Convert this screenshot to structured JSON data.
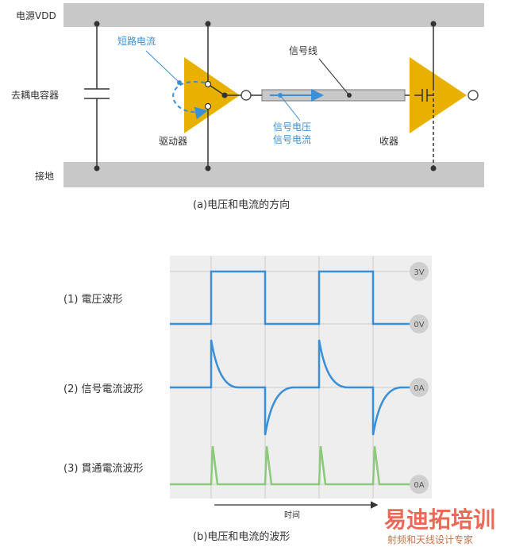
{
  "diagram_a": {
    "rail_top_label": "电源VDD",
    "rail_bottom_label": "接地",
    "decap_label": "去耦电容器",
    "short_circuit_label": "短路电流",
    "driver_label": "驱动器",
    "signal_line_label": "信号线",
    "signal_voltage_label": "信号电压",
    "signal_current_label": "信号电流",
    "receiver_label": "收器",
    "caption": "(a)电压和电流的方向"
  },
  "diagram_b": {
    "row1_label": "(1) 電圧波形",
    "row2_label": "(2) 信号電流波形",
    "row3_label": "(3) 貫通電流波形",
    "pill_3v": "3V",
    "pill_0v": "0V",
    "pill_0a_1": "0A",
    "pill_0a_2": "0A",
    "time_label": "时间",
    "caption": "(b)电压和电流的波形"
  },
  "watermark": {
    "title": "易迪拓培训",
    "subtitle": "射频和天线设计专家"
  },
  "colors": {
    "rail": "#c8c8c8",
    "gate": "#e8b100",
    "blue": "#3a8fd6",
    "green": "#8cc97a",
    "panel": "#eeeeee"
  }
}
